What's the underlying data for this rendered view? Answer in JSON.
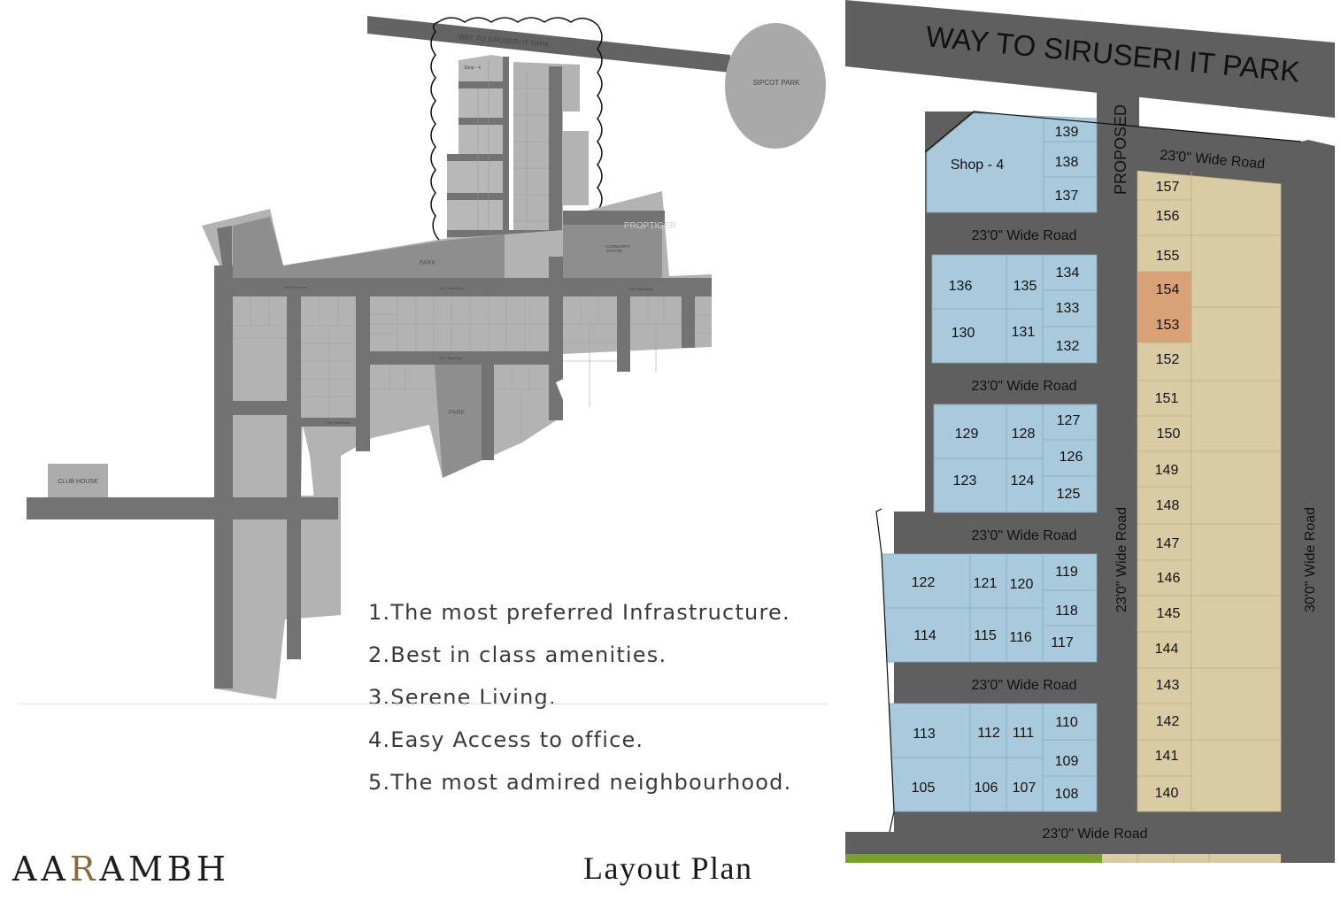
{
  "brand": {
    "prefix": "AA",
    "accent_letter": "R",
    "suffix": "AMBH"
  },
  "page_title": "Layout Plan",
  "features": [
    "1.The most preferred Infrastructure.",
    "2.Best in class amenities.",
    "3.Serene Living.",
    "4.Easy Access to office.",
    "5.The most admired neighbourhood."
  ],
  "colors": {
    "road_dark": "#5f5f5f",
    "road_left": "#737373",
    "plot_grey": "#b3b3b3",
    "plot_blue": "#a9c9dc",
    "plot_tan": "#d9cba3",
    "plot_booked": "#d8a176",
    "green_strip": "#7aa12e"
  },
  "overview_plan": {
    "main_road_label": "WAY TO SIRUSERI IT PARK",
    "sipcot_label": "SIPCOT PARK",
    "club_house_label": "CLUB HOUSE",
    "park_label_top": "PARK",
    "park_label_mid": "PARK",
    "community_label_1": "COMMUNITY",
    "community_label_2": "CENTRE",
    "watermark": "PROPTIGER",
    "road_40": "40'0\" Wide Road",
    "road_30": "30'0\" Wide Road",
    "road_23": "23'0\" Wide Road",
    "highlight_label": "Shop - 4"
  },
  "detail_plan": {
    "main_road_label": "WAY TO SIRUSERI IT PARK",
    "proposed_label": "PROPOSED",
    "road_23": "23'0\" Wide Road",
    "road_30": "30'0\" Wide Road",
    "shop_label": "Shop - 4",
    "blocks": {
      "b1": [
        "139",
        "138",
        "137"
      ],
      "b2": [
        "136",
        "135",
        "134",
        "133",
        "130",
        "131",
        "132"
      ],
      "b3": [
        "129",
        "128",
        "127",
        "126",
        "123",
        "124",
        "125"
      ],
      "b4": [
        "122",
        "121",
        "120",
        "119",
        "118",
        "114",
        "115",
        "116",
        "117"
      ],
      "b5": [
        "113",
        "112",
        "111",
        "110",
        "109",
        "105",
        "106",
        "107",
        "108"
      ]
    },
    "tan_plots": [
      "157",
      "156",
      "155",
      "154",
      "153",
      "152",
      "151",
      "150",
      "149",
      "148",
      "147",
      "146",
      "145",
      "144",
      "143",
      "142",
      "141",
      "140"
    ],
    "booked_plots": [
      "154",
      "153"
    ]
  }
}
